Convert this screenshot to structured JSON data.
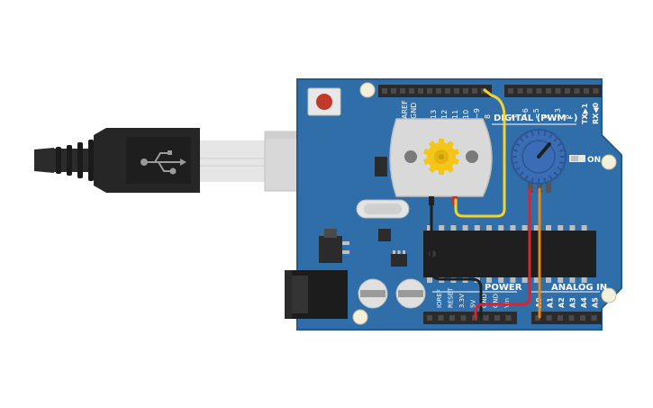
{
  "board": {
    "digital_header_label": "DIGITAL (PWM~)",
    "tx_label": "TX▶1",
    "rx_label": "RX◀0",
    "on_label": "ON",
    "power_label": "POWER",
    "analog_label": "ANALOG IN",
    "top_pins": [
      "AREF",
      "GND",
      "13",
      "12",
      "11",
      "10",
      "~9",
      "8",
      "7",
      "~6",
      "~5",
      "4",
      "~3",
      "2"
    ],
    "power_pins": [
      "IOREF",
      "RESET",
      "3.3V",
      "5V",
      "GND",
      "GND",
      "Vin"
    ],
    "analog_pins": [
      "A0",
      "A1",
      "A2",
      "A3",
      "A4",
      "A5"
    ]
  },
  "colors": {
    "board": "#2f6ea8",
    "board_edge": "#245b8f",
    "header": "#2b2b2b",
    "wire_yellow": "#f2d22e",
    "wire_red": "#d8262c",
    "wire_black": "#1f1f1f",
    "wire_orange": "#e8891a",
    "motor_body": "#d9d9d9",
    "motor_gear": "#f5c518",
    "pot_knob": "#3a6db5",
    "cable": "#2b2b2b",
    "usb_plug": "#e6e6e6"
  },
  "icons": {
    "usb": "usb-icon",
    "gear": "gear-icon"
  }
}
